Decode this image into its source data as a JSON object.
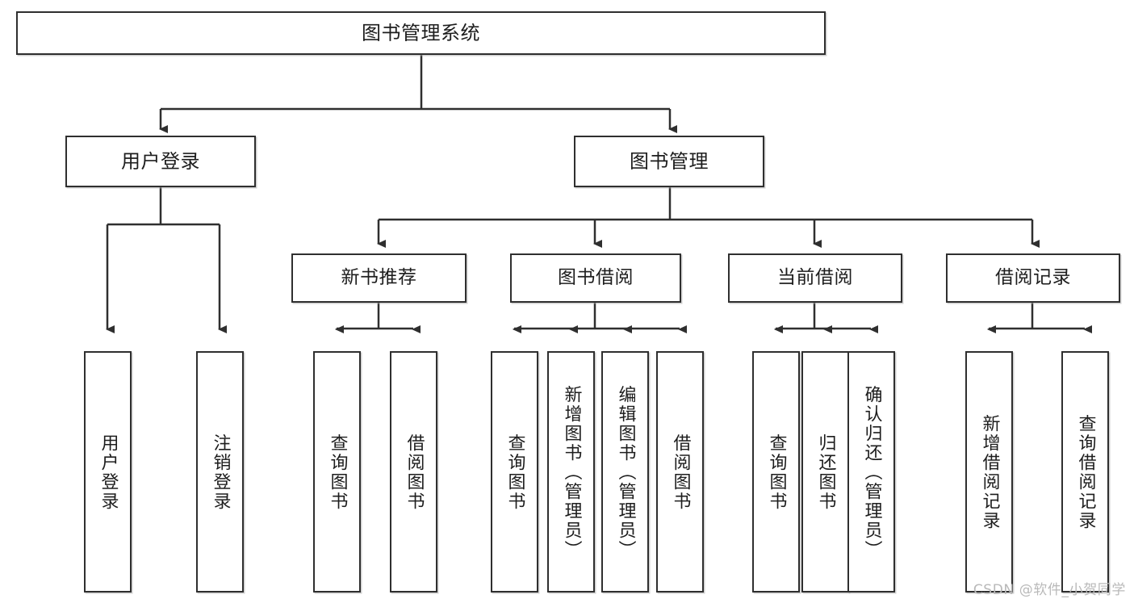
{
  "diagram": {
    "title": "图书管理系统",
    "type": "hierarchy-tree",
    "line_color": "#2f2f2f",
    "box_fill": "#ffffff",
    "text_color": "#1d1d1d",
    "nodes": {
      "root": {
        "label": "图书管理系统"
      },
      "level2": [
        {
          "label": "用户登录"
        },
        {
          "label": "图书管理"
        }
      ],
      "level3": [
        {
          "label": "新书推荐"
        },
        {
          "label": "图书借阅"
        },
        {
          "label": "当前借阅"
        },
        {
          "label": "借阅记录"
        }
      ],
      "leaves": [
        {
          "label": "用户登录"
        },
        {
          "label": "注销登录"
        },
        {
          "label": "查询图书"
        },
        {
          "label": "借阅图书"
        },
        {
          "label": "查询图书"
        },
        {
          "label": "新增图书（管理员）"
        },
        {
          "label": "编辑图书（管理员）"
        },
        {
          "label": "借阅图书"
        },
        {
          "label": "查询图书"
        },
        {
          "label": "归还图书"
        },
        {
          "label": "确认归还（管理员）"
        },
        {
          "label": "新增借阅记录"
        },
        {
          "label": "查询借阅记录"
        }
      ]
    }
  },
  "watermark": {
    "text": "CSDN @软件_小贺同学"
  }
}
